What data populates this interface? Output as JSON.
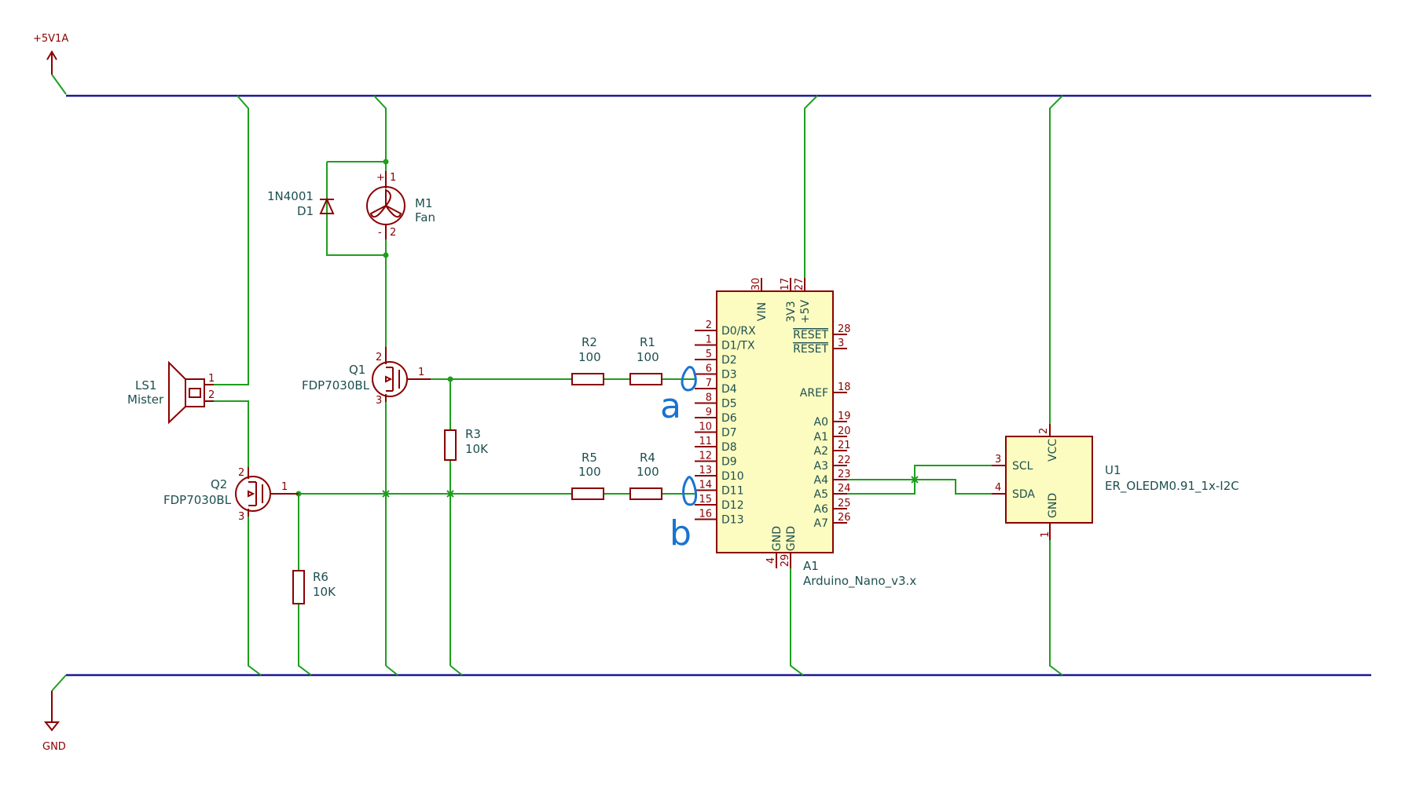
{
  "power": {
    "supply": "+5V1A",
    "ground": "GND"
  },
  "components": {
    "D1": {
      "ref": "D1",
      "value": "1N4001"
    },
    "M1": {
      "ref": "M1",
      "value": "Fan",
      "pin_plus": "+",
      "pin_minus": "-",
      "pin1": "1",
      "pin2": "2"
    },
    "Q1": {
      "ref": "Q1",
      "value": "FDP7030BL",
      "pin1": "1",
      "pin2": "2",
      "pin3": "3"
    },
    "Q2": {
      "ref": "Q2",
      "value": "FDP7030BL",
      "pin1": "1",
      "pin2": "2",
      "pin3": "3"
    },
    "LS1": {
      "ref": "LS1",
      "value": "Mister",
      "pin1": "1",
      "pin2": "2"
    },
    "R1": {
      "ref": "R1",
      "value": "100"
    },
    "R2": {
      "ref": "R2",
      "value": "100"
    },
    "R3": {
      "ref": "R3",
      "value": "10K"
    },
    "R4": {
      "ref": "R4",
      "value": "100"
    },
    "R5": {
      "ref": "R5",
      "value": "100"
    },
    "R6": {
      "ref": "R6",
      "value": "10K"
    },
    "A1": {
      "ref": "A1",
      "value": "Arduino_Nano_v3.x",
      "top_pins": [
        {
          "name": "VIN",
          "num": "30"
        },
        {
          "name": "3V3",
          "num": "17"
        },
        {
          "name": "+5V",
          "num": "27"
        }
      ],
      "left_pins": [
        {
          "name": "D0/RX",
          "num": "2"
        },
        {
          "name": "D1/TX",
          "num": "1"
        },
        {
          "name": "D2",
          "num": "5"
        },
        {
          "name": "D3",
          "num": "6"
        },
        {
          "name": "D4",
          "num": "7"
        },
        {
          "name": "D5",
          "num": "8"
        },
        {
          "name": "D6",
          "num": "9"
        },
        {
          "name": "D7",
          "num": "10"
        },
        {
          "name": "D8",
          "num": "11"
        },
        {
          "name": "D9",
          "num": "12"
        },
        {
          "name": "D10",
          "num": "13"
        },
        {
          "name": "D11",
          "num": "14"
        },
        {
          "name": "D12",
          "num": "15"
        },
        {
          "name": "D13",
          "num": "16"
        }
      ],
      "right_pins": [
        {
          "name": "RESET",
          "num": "28"
        },
        {
          "name": "RESET",
          "num": "3"
        },
        {
          "name": "AREF",
          "num": "18"
        },
        {
          "name": "A0",
          "num": "19"
        },
        {
          "name": "A1",
          "num": "20"
        },
        {
          "name": "A2",
          "num": "21"
        },
        {
          "name": "A3",
          "num": "22"
        },
        {
          "name": "A4",
          "num": "23"
        },
        {
          "name": "A5",
          "num": "24"
        },
        {
          "name": "A6",
          "num": "25"
        },
        {
          "name": "A7",
          "num": "26"
        }
      ],
      "bottom_pins": [
        {
          "name": "GND",
          "num": "4"
        },
        {
          "name": "GND",
          "num": "29"
        }
      ]
    },
    "U1": {
      "ref": "U1",
      "value": "ER_OLEDM0.91_1x-I2C",
      "pins": [
        {
          "name": "VCC",
          "num": "2"
        },
        {
          "name": "SCL",
          "num": "3"
        },
        {
          "name": "SDA",
          "num": "4"
        },
        {
          "name": "GND",
          "num": "1"
        }
      ]
    }
  },
  "annotations": {
    "a": "a",
    "b": "b"
  },
  "colors": {
    "wire": "#1e9e1e",
    "bus": "#1a1a96",
    "component": "#8b0000",
    "ic_fill": "#fcfcc0",
    "label": "#1e4f4f",
    "handwriting": "#1a73d0"
  }
}
